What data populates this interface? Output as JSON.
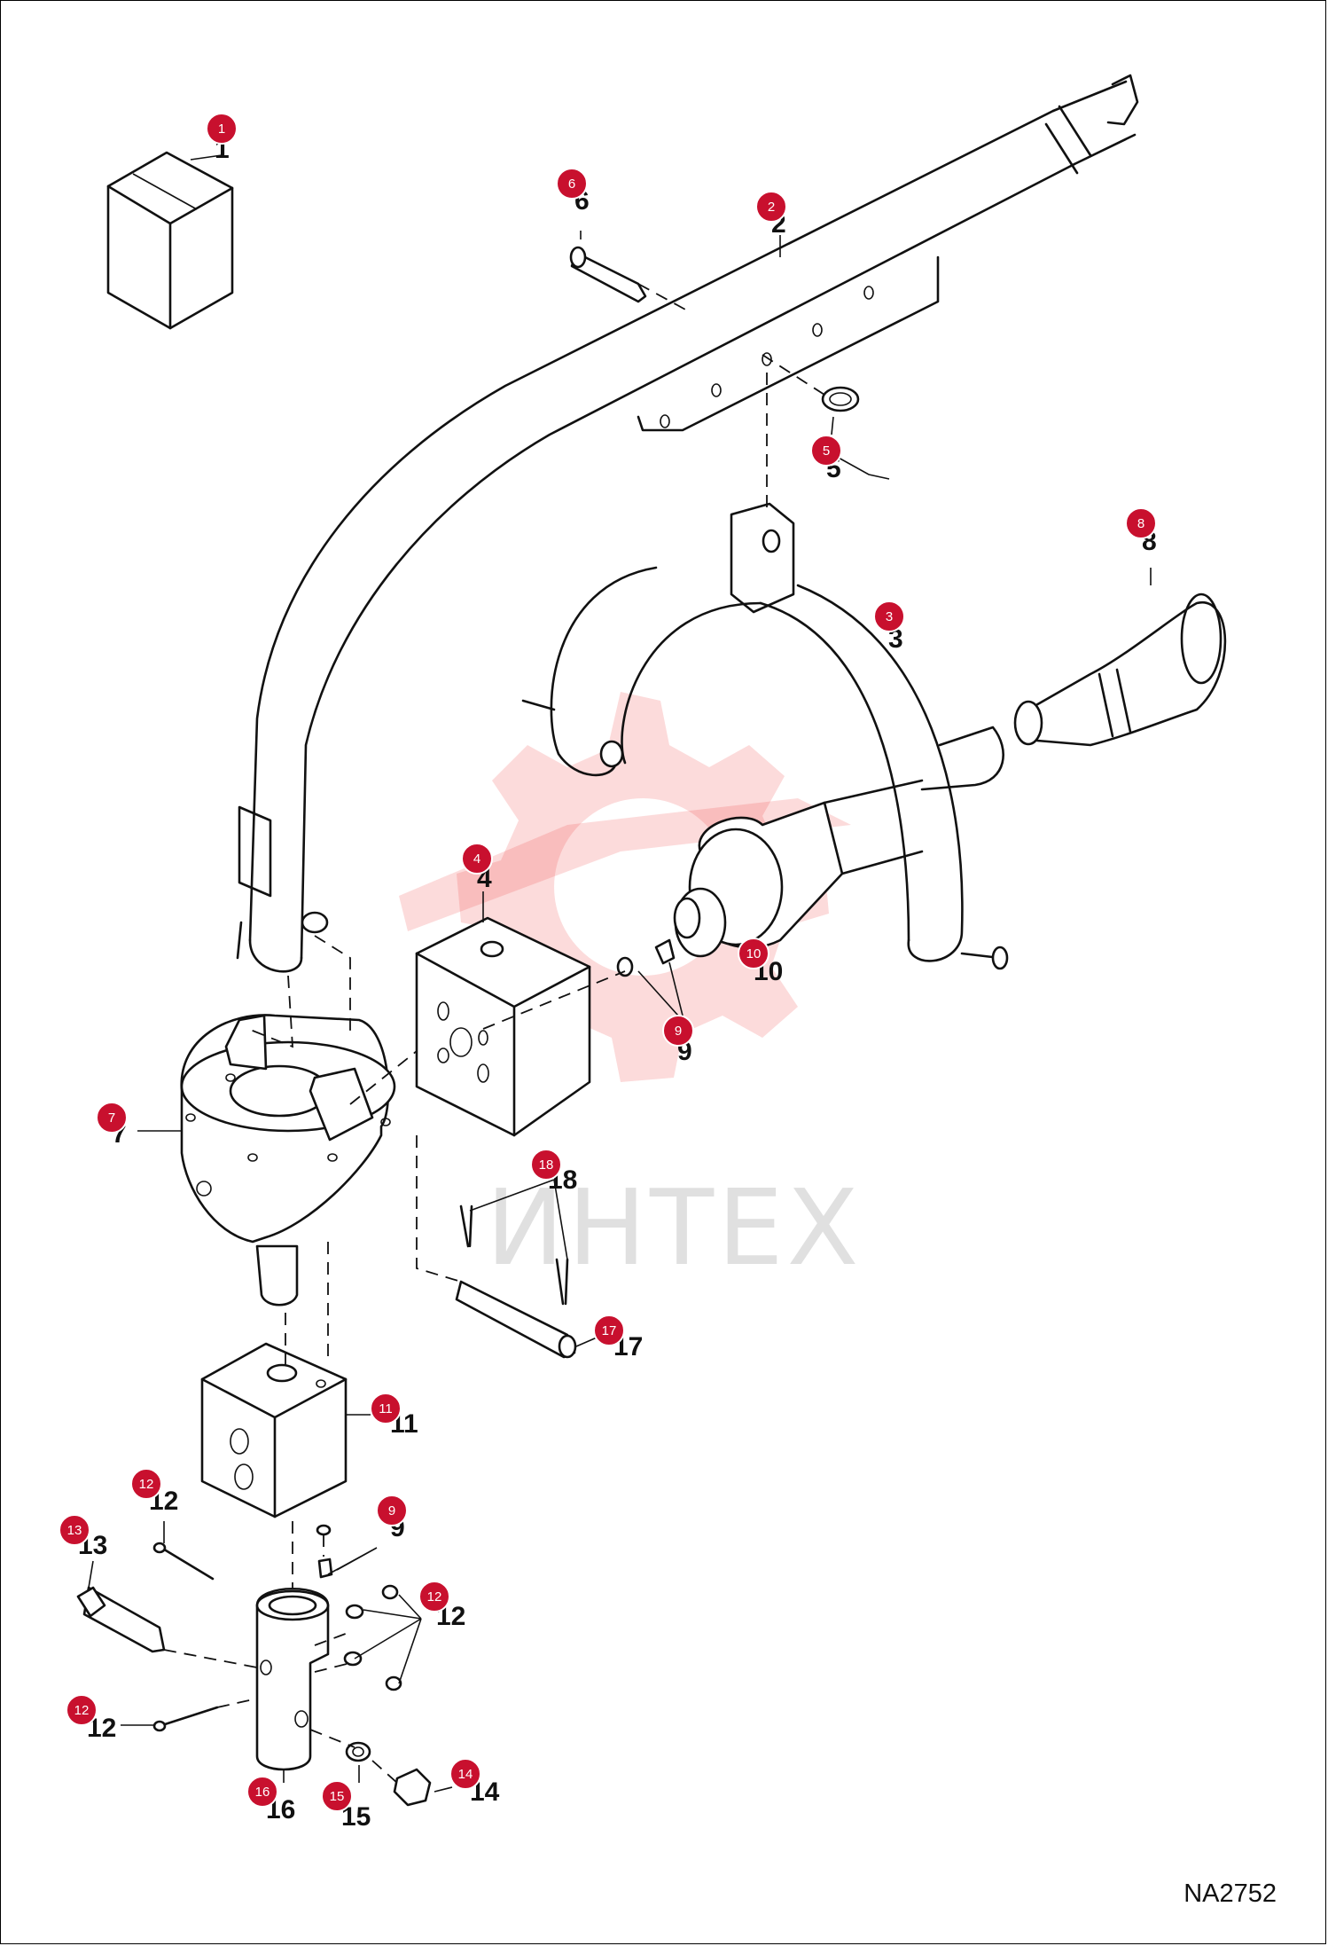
{
  "drawing_code": "NA2752",
  "watermark": {
    "text": "ИНТЕХ",
    "logo": "gear-logo"
  },
  "callouts": [
    {
      "id": "c1",
      "number": "1",
      "label": "1"
    },
    {
      "id": "c2",
      "number": "2",
      "label": "2"
    },
    {
      "id": "c3",
      "number": "3",
      "label": "3"
    },
    {
      "id": "c4",
      "number": "4",
      "label": "4"
    },
    {
      "id": "c5",
      "number": "5",
      "label": "5"
    },
    {
      "id": "c6",
      "number": "6",
      "label": "6"
    },
    {
      "id": "c7",
      "number": "7",
      "label": "7"
    },
    {
      "id": "c8",
      "number": "8",
      "label": "8"
    },
    {
      "id": "c9a",
      "number": "9",
      "label": "9"
    },
    {
      "id": "c9b",
      "number": "9",
      "label": "9"
    },
    {
      "id": "c10",
      "number": "10",
      "label": "10"
    },
    {
      "id": "c11",
      "number": "11",
      "label": "11"
    },
    {
      "id": "c12a",
      "number": "12",
      "label": "12"
    },
    {
      "id": "c12b",
      "number": "12",
      "label": "12"
    },
    {
      "id": "c12c",
      "number": "12",
      "label": "12"
    },
    {
      "id": "c13",
      "number": "13",
      "label": "13"
    },
    {
      "id": "c14",
      "number": "14",
      "label": "14"
    },
    {
      "id": "c15",
      "number": "15",
      "label": "15"
    },
    {
      "id": "c16",
      "number": "16",
      "label": "16"
    },
    {
      "id": "c17",
      "number": "17",
      "label": "17"
    },
    {
      "id": "c18",
      "number": "18",
      "label": "18"
    }
  ],
  "colors": {
    "badge": "#c8102e",
    "lines": "#111111",
    "watermark": "#ef2a2a"
  }
}
